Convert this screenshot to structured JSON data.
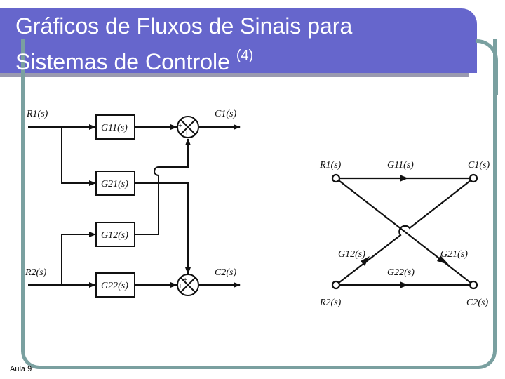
{
  "slide": {
    "title_line1": "Gráficos de Fluxos de Sinais para",
    "title_line2": "Sistemas de Controle",
    "title_sup": "(4)",
    "footer": "Aula 9"
  },
  "block_diagram": {
    "inputs": [
      "R1(s)",
      "R2(s)"
    ],
    "outputs": [
      "C1(s)",
      "C2(s)"
    ],
    "blocks": [
      "G11(s)",
      "G21(s)",
      "G12(s)",
      "G22(s)"
    ],
    "sum_signs": [
      "+",
      "+"
    ]
  },
  "signal_flow_graph": {
    "nodes": [
      "R1(s)",
      "C1(s)",
      "R2(s)",
      "C2(s)"
    ],
    "branches": [
      "G11(s)",
      "G21(s)",
      "G12(s)",
      "G22(s)"
    ]
  }
}
